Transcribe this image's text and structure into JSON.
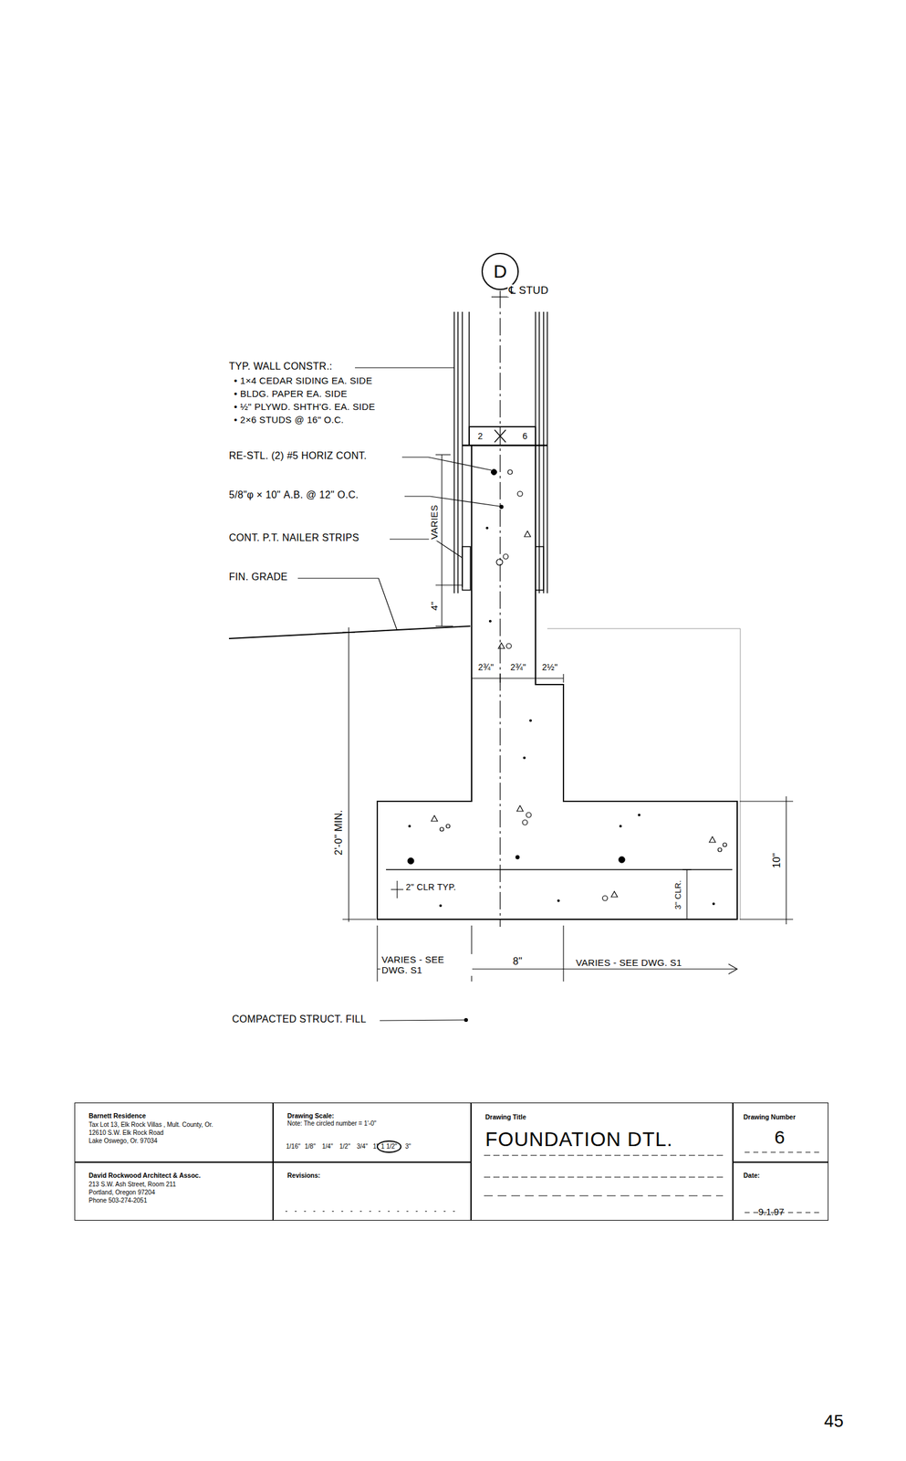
{
  "diagram": {
    "nodes": [
      {
        "text": [
          "D"
        ]
      },
      {
        "text": [
          "Barnett Residence",
          "Tax Lot 13, Elk Rock Villas , Mult. County, Or.",
          "12610 S.W. Elk Rock Road",
          "Lake Oswego, Or. 97034"
        ]
      },
      {
        "text": [
          "David Rockwood Architect & Assoc.",
          "213 S.W. Ash Street, Room 211",
          "Portland, Oregon 97204",
          "Phone 503-274-2051"
        ]
      },
      {
        "text": [
          "Drawing Scale:",
          "Note: The circled number = 1'-0\"",
          "1/16\"",
          "1/8\"",
          "1/4\"",
          "1/2\"",
          "3/4\"",
          "1\"",
          "3\""
        ]
      },
      {
        "text": [
          "1 1/2\""
        ],
        "in": 3
      },
      {
        "text": [
          "Revisions:"
        ]
      },
      {
        "text": [
          "Drawing Title",
          "FOUNDATION DTL."
        ]
      },
      {
        "text": [
          "Drawing Number",
          "6"
        ]
      },
      {
        "text": [
          "Date:",
          "9.1.97"
        ]
      }
    ],
    "labels": [
      "℄ STUD",
      "TYP. WALL CONSTR.:",
      "• 1×4 CEDAR SIDING EA. SIDE",
      "• BLDG. PAPER EA. SIDE",
      "• ½\" PLYWD. SHTH'G. EA. SIDE",
      "• 2×6 STUDS @ 16\" O.C.",
      "2",
      "6",
      "RE-STL. (2) #5 HORIZ CONT.",
      "5/8\"φ × 10\" A.B. @ 12\" O.C.",
      "CONT. P.T. NAILER STRIPS",
      "FIN. GRADE",
      "VARIES",
      "4\"",
      "2¾\"",
      "2¾\"",
      "2½\"",
      "2'-0\" MIN.",
      "10\"",
      "2\" CLR TYP.",
      "3\" CLR.",
      "VARIES - SEE DWG. S1",
      "8\"",
      "VARIES - SEE DWG. S1",
      "COMPACTED STRUCT. FILL",
      "45"
    ]
  }
}
